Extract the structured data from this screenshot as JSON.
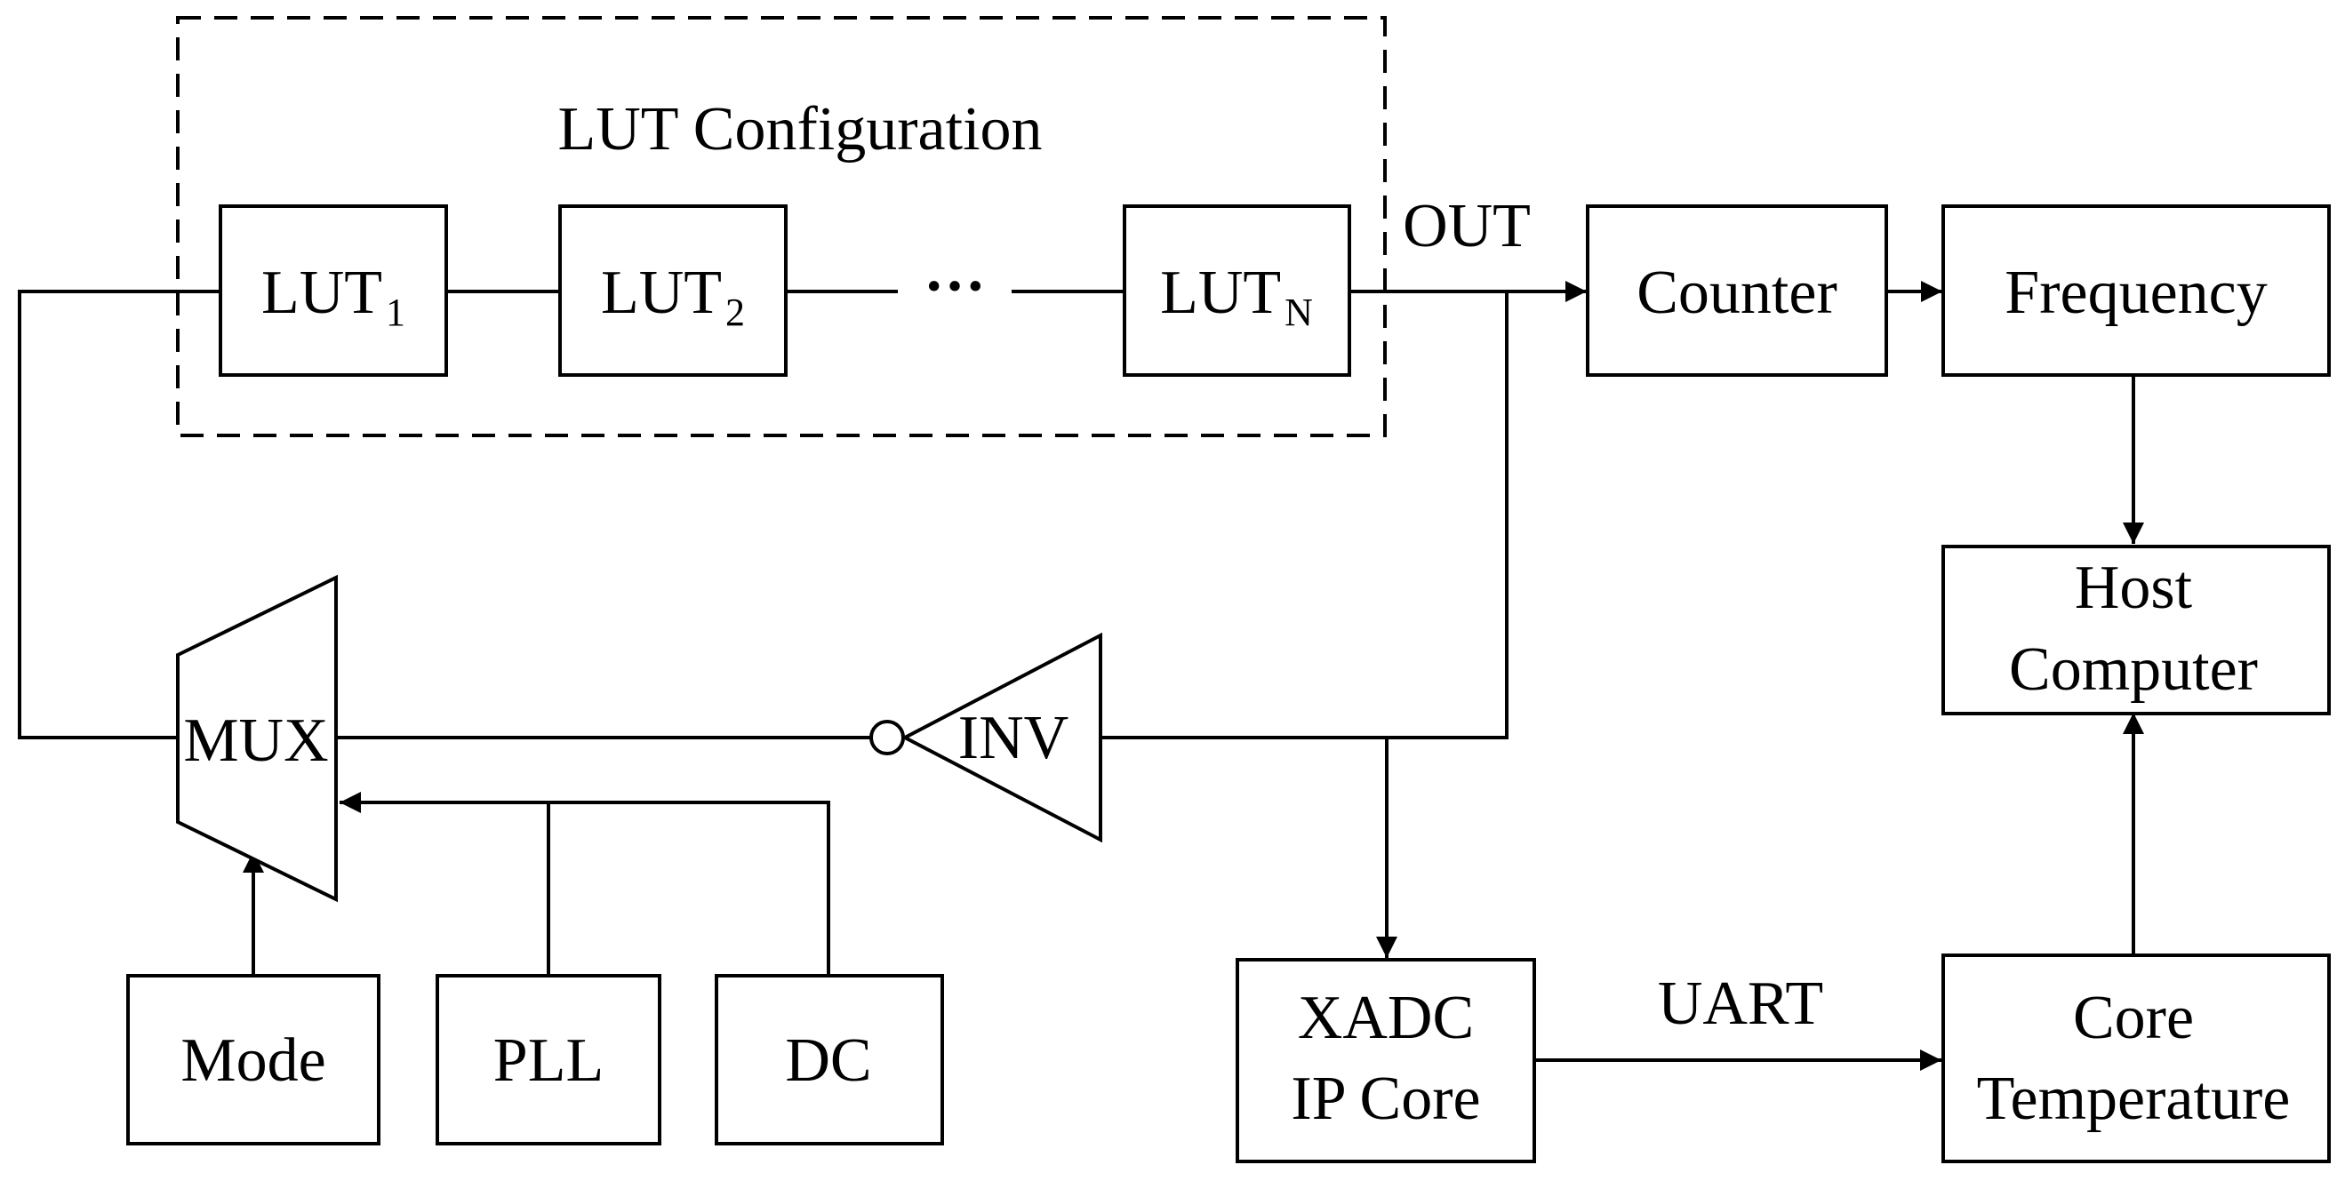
{
  "diagram": {
    "group": {
      "title": "LUT Configuration"
    },
    "luts": [
      {
        "base": "LUT",
        "sub": "1"
      },
      {
        "base": "LUT",
        "sub": "2"
      },
      {
        "base": "LUT",
        "sub": "N"
      }
    ],
    "ellipsis": "···",
    "out_label": "OUT",
    "counter": "Counter",
    "frequency": "Frequency",
    "host": {
      "line1": "Host",
      "line2": "Computer"
    },
    "mux": "MUX",
    "inv": "INV",
    "mode": "Mode",
    "pll": "PLL",
    "dc": "DC",
    "xadc": {
      "line1": "XADC",
      "line2": "IP Core"
    },
    "uart_label": "UART",
    "core_temp": {
      "line1": "Core",
      "line2": "Temperature"
    }
  }
}
